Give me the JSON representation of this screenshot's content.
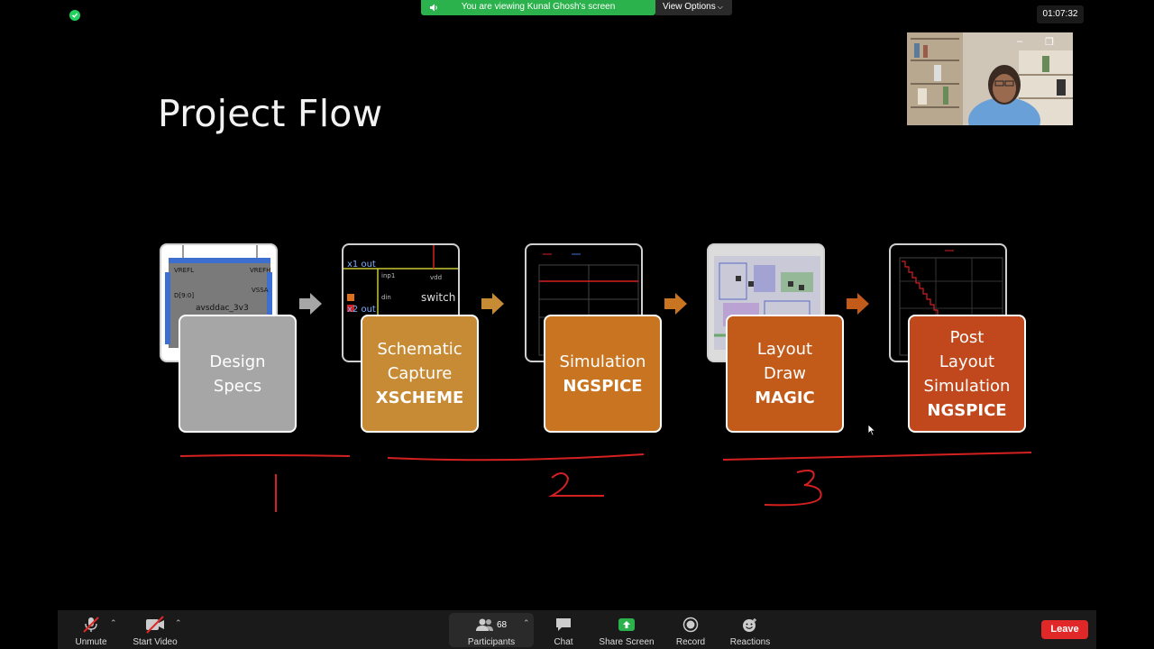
{
  "top_bar": {
    "banner_text": "You are viewing Kunal Ghosh's screen",
    "view_options_label": "View Options",
    "timer": "01:07:32",
    "banner_color": "#2bb24c"
  },
  "slide": {
    "title": "Project Flow",
    "steps": [
      {
        "lines": [
          "Design",
          "Specs"
        ],
        "tool": "",
        "color": "#a6a6a6",
        "thumb_label": "avsddac_3v3"
      },
      {
        "lines": [
          "Schematic",
          "Capture"
        ],
        "tool": "XSCHEME",
        "color": "#c88b35",
        "thumb_label": "switch"
      },
      {
        "lines": [
          "Simulation"
        ],
        "tool": "NGSPICE",
        "color": "#c97420",
        "thumb_label": ""
      },
      {
        "lines": [
          "Layout",
          "Draw"
        ],
        "tool": "MAGIC",
        "color": "#c25a1a",
        "thumb_label": ""
      },
      {
        "lines": [
          "Post",
          "Layout",
          "Simulation"
        ],
        "tool": "NGSPICE",
        "color": "#c0481c",
        "thumb_label": ""
      }
    ],
    "annotations": [
      "1",
      "2",
      "3"
    ],
    "annotation_color": "#d42020"
  },
  "toolbar": {
    "unmute_label": "Unmute",
    "start_video_label": "Start Video",
    "participants_label": "Participants",
    "participants_count": "68",
    "chat_label": "Chat",
    "share_screen_label": "Share Screen",
    "record_label": "Record",
    "reactions_label": "Reactions",
    "leave_label": "Leave",
    "leave_color": "#e02828",
    "share_color": "#2bb24c"
  },
  "icons": [
    "shield-icon",
    "speaker-icon",
    "chevron-down-icon",
    "minimize-icon",
    "restore-icon",
    "close-icon",
    "mic-muted-icon",
    "video-off-icon",
    "participants-icon",
    "chat-icon",
    "share-screen-icon",
    "record-icon",
    "reactions-icon",
    "arrow-right-icon"
  ]
}
